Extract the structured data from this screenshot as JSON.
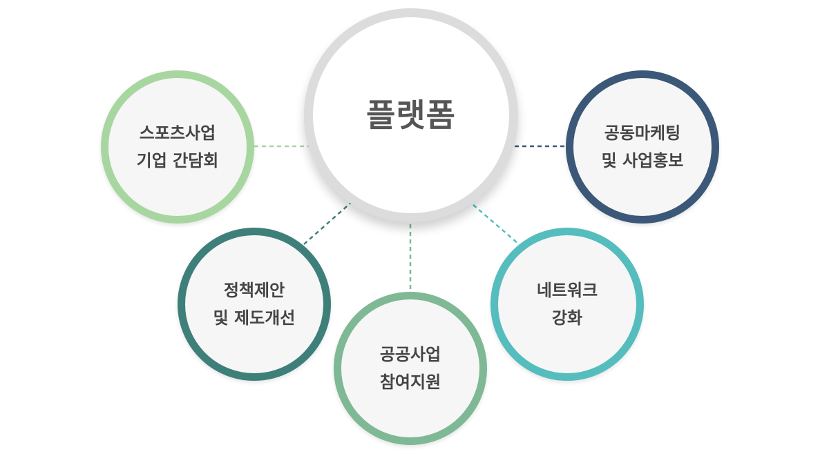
{
  "center": {
    "label": "플랫폼",
    "color": "#dcdcdc"
  },
  "nodes": [
    {
      "id": "n-sports",
      "lines": [
        "스포츠사업",
        "기업 간담회"
      ],
      "color": "#a8d6a0"
    },
    {
      "id": "n-policy",
      "lines": [
        "정책제안",
        "및 제도개선"
      ],
      "color": "#3f7f7a"
    },
    {
      "id": "n-public",
      "lines": [
        "공공사업",
        "참여지원"
      ],
      "color": "#7fb894"
    },
    {
      "id": "n-network",
      "lines": [
        "네트워크",
        "강화"
      ],
      "color": "#55bdbd"
    },
    {
      "id": "n-marketing",
      "lines": [
        "공동마케팅",
        "및 사업홍보"
      ],
      "color": "#3b5878"
    }
  ]
}
